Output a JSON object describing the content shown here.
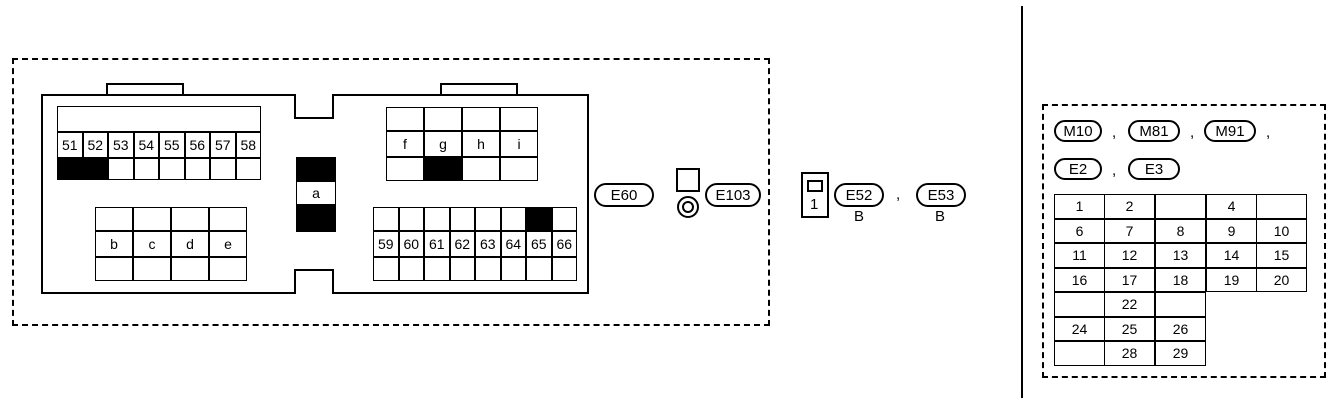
{
  "connector_main": {
    "id": "E60",
    "upper_left_pins": [
      "51",
      "52",
      "53",
      "54",
      "55",
      "56",
      "57",
      "58"
    ],
    "lower_left_pins": [
      "b",
      "c",
      "d",
      "e"
    ],
    "center_pin": "a",
    "upper_right_pins": [
      "f",
      "g",
      "h",
      "i"
    ],
    "lower_right_pins": [
      "59",
      "60",
      "61",
      "62",
      "63",
      "64",
      "65",
      "66"
    ]
  },
  "connector_ground": {
    "id": "E103"
  },
  "connector_small": {
    "pin": "1",
    "ids": [
      "E52",
      "E53"
    ],
    "color_codes": [
      "B",
      "B"
    ]
  },
  "right_panel": {
    "connector_ids": [
      "M10",
      "M81",
      "M91",
      "E2",
      "E3"
    ],
    "separators": [
      ",",
      ",",
      ",",
      ","
    ],
    "table_rows": [
      [
        "1",
        "2",
        "",
        "4",
        ""
      ],
      [
        "6",
        "7",
        "8",
        "9",
        "10"
      ],
      [
        "11",
        "12",
        "13",
        "14",
        "15"
      ],
      [
        "16",
        "17",
        "18",
        "19",
        "20"
      ],
      [
        "",
        "22",
        "",
        "",
        ""
      ],
      [
        "24",
        "25",
        "26",
        "",
        ""
      ],
      [
        "",
        "28",
        "29",
        "",
        ""
      ]
    ]
  },
  "symbols": {
    "comma": ","
  }
}
